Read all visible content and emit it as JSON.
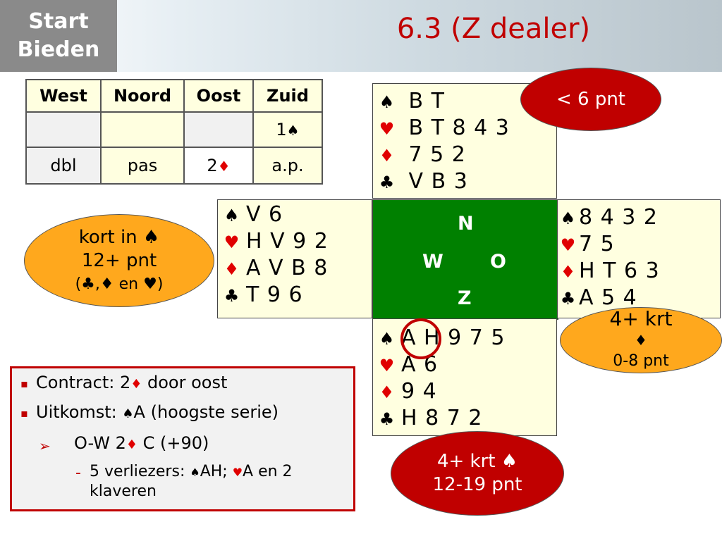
{
  "header": {
    "logo_line1": "Start",
    "logo_line2": "Bieden",
    "title": "6.3 (Z dealer)"
  },
  "bidding": {
    "headers": [
      "West",
      "Noord",
      "Oost",
      "Zuid"
    ],
    "row1": {
      "zuid_level": "1",
      "zuid_suit": "♠"
    },
    "row2": {
      "west": "dbl",
      "noord": "pas",
      "oost_level": "2",
      "oost_suit": "♦",
      "zuid": "a.p."
    }
  },
  "suits": {
    "spade": "♠",
    "heart": "♥",
    "diamond": "♦",
    "club": "♣"
  },
  "hands": {
    "north": {
      "spades": "B T",
      "hearts": "B T 8 4 3",
      "diamonds": "7 5 2",
      "clubs": "V B 3"
    },
    "west": {
      "spades": "V 6",
      "hearts": "H V 9 2",
      "diamonds": "A V B 8",
      "clubs": "T 9 6"
    },
    "east": {
      "spades": "8 4 3 2",
      "hearts": "7 5",
      "diamonds": "H T 6 3",
      "clubs": "A 5 4"
    },
    "south": {
      "spades": "A H 9 7 5",
      "hearts": "A 6",
      "diamonds": "9 4",
      "clubs": "H 8 7 2"
    }
  },
  "compass": {
    "n": "N",
    "w": "W",
    "o": "O",
    "z": "Z"
  },
  "callouts": {
    "north": "< 6 pnt",
    "west_line1": "kort in ♠",
    "west_line2": "12+ pnt",
    "west_line3_open": "(",
    "west_line3_clubs": "♣",
    "west_line3_comma": ",",
    "west_line3_diamonds": "♦",
    "west_line3_en": " en ",
    "west_line3_hearts": "♥",
    "west_line3_close": ")",
    "east_line1": "4+ krt",
    "east_line2": "♦",
    "east_line3": "0-8 pnt",
    "south_line1": "4+ krt ♠",
    "south_line2": "12-19 pnt"
  },
  "summary": {
    "contract_pre": "Contract: 2",
    "contract_suit": "♦",
    "contract_post": " door oost",
    "lead_pre": "Uitkomst: ",
    "lead_suit": "♠",
    "lead_post": "A (hoogste serie)",
    "result_pre": "O-W 2",
    "result_suit": "♦",
    "result_post": " C (+90)",
    "losers_pre": "5 verliezers: ",
    "losers_s": "♠",
    "losers_mid": "AH; ",
    "losers_h": "♥",
    "losers_post": "A en 2",
    "losers_line2": "klaveren",
    "bullet_square": "▪",
    "bullet_arrow": "➢",
    "bullet_dash": "-"
  },
  "colors": {
    "accent_red": "#c00000",
    "table_green": "#008000",
    "card_yellow": "#ffffe0",
    "oval_orange": "#ffa81d",
    "suit_red": "#e00000"
  }
}
